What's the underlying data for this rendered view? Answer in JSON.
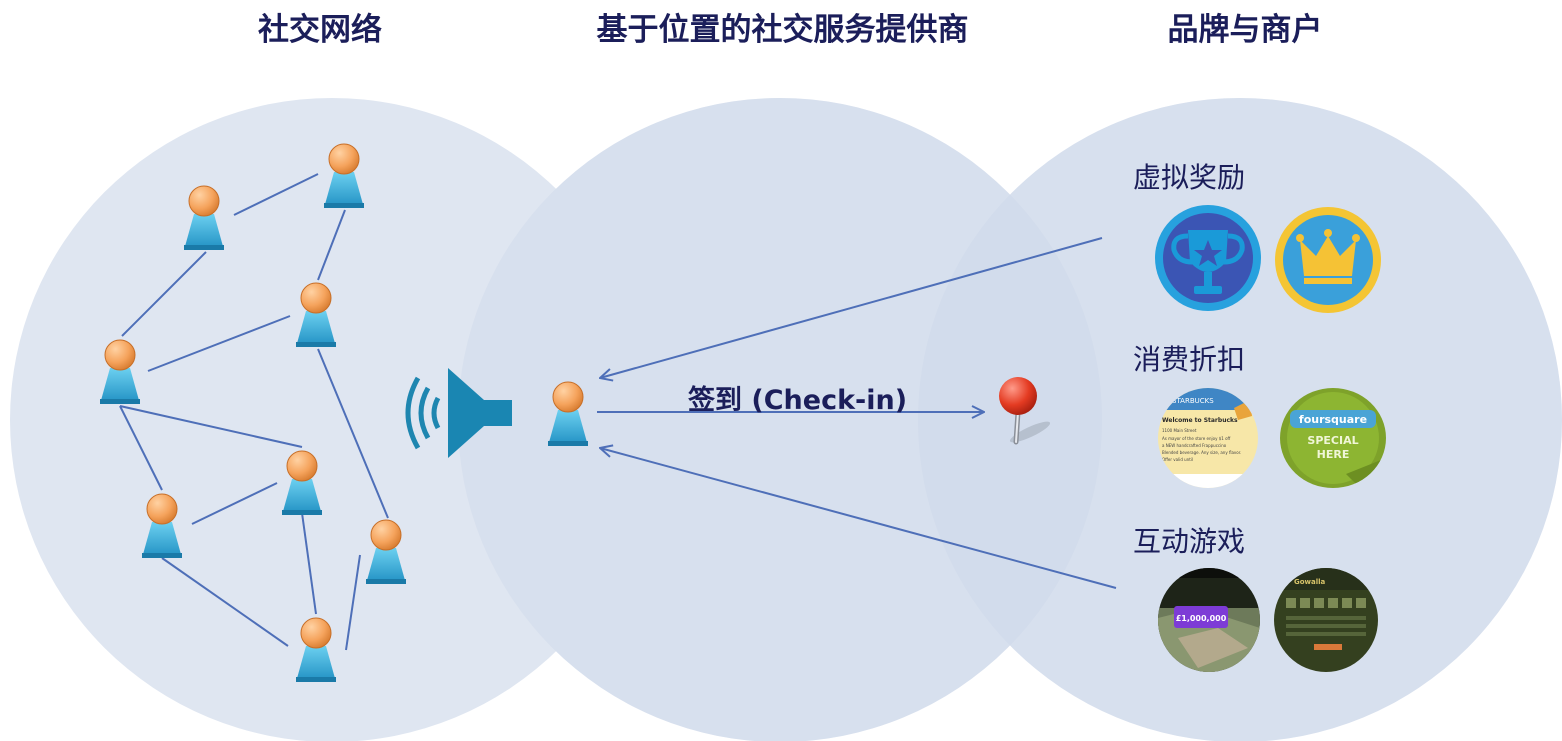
{
  "titles": {
    "social": "社交网络",
    "lbs": "基于位置的社交服务提供商",
    "brands": "品牌与商户"
  },
  "checkin": "签到 (Check-in)",
  "categories": {
    "rewards": "虚拟奖励",
    "discounts": "消费折扣",
    "games": "互动游戏"
  },
  "thumbnails": {
    "discount1": {
      "header": "STARBUCKS",
      "title": "Welcome to Starbucks",
      "lines": [
        "1100 Main Street",
        "As mayor of the store enjoy $1 off",
        "a NEW handcrafted Frappuccino",
        "Blended beverage. Any size, any flavor.",
        "Offer valid until"
      ]
    },
    "discount2": {
      "brand": "foursquare",
      "line1": "SPECIAL",
      "line2": "HERE"
    },
    "game1": {
      "badge": "£1,000,000"
    },
    "game2": {
      "brand": "Gowalla"
    }
  },
  "colors": {
    "circle": "#dfe6f1",
    "overlap": "#d2dceb",
    "line": "#4e6fb8",
    "title": "#1b1e5a",
    "person_head": "#f5a35c",
    "person_body": "#3aa8d6"
  }
}
